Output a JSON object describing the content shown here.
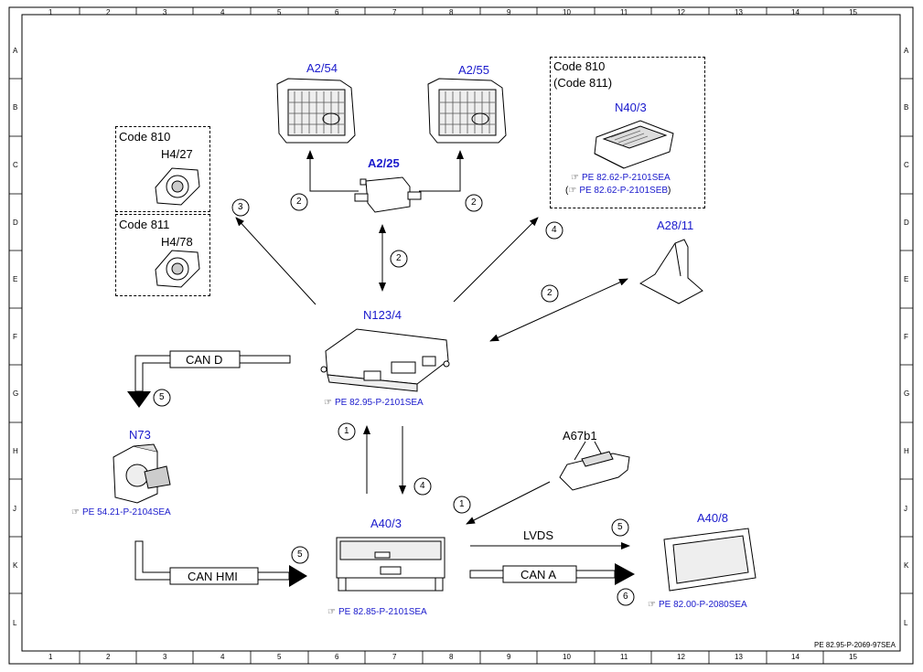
{
  "ruler": {
    "columns": [
      "1",
      "2",
      "3",
      "4",
      "5",
      "6",
      "7",
      "8",
      "9",
      "10",
      "11",
      "12",
      "13",
      "14",
      "15"
    ],
    "rows": [
      "A",
      "B",
      "C",
      "D",
      "E",
      "F",
      "G",
      "H",
      "J",
      "K",
      "L"
    ]
  },
  "components": {
    "a2_54": "A2/54",
    "a2_55": "A2/55",
    "a2_25": "A2/25",
    "n40_3": "N40/3",
    "h4_27": "H4/27",
    "h4_78": "H4/78",
    "a28_11": "A28/11",
    "n123_4": "N123/4",
    "n73": "N73",
    "a67b1": "A67b1",
    "a40_3": "A40/3",
    "a40_8": "A40/8"
  },
  "codes": {
    "code810_h": "Code 810",
    "code811_h": "Code 811",
    "code810_n": "Code 810",
    "code811_n": "(Code 811)"
  },
  "refs": {
    "n40_3_a": "PE 82.62-P-2101SEA",
    "n40_3_b": "PE 82.62-P-2101SEB",
    "n40_3_b_open": "(",
    "n40_3_b_close": ")",
    "n123_4": "PE 82.95-P-2101SEA",
    "n73": "PE 54.21-P-2104SEA",
    "a40_3": "PE 82.85-P-2101SEA",
    "a40_8": "PE 82.00-P-2080SEA"
  },
  "bus": {
    "can_d": "CAN D",
    "can_hmi": "CAN HMI",
    "lvds": "LVDS",
    "can_a": "CAN A"
  },
  "callouts": {
    "c1": "2",
    "c2": "2",
    "c3": "3",
    "c4": "2",
    "c5": "4",
    "c6": "2",
    "c7": "5",
    "c8": "1",
    "c9": "4",
    "c10": "1",
    "c11": "5",
    "c12": "5",
    "c13": "6"
  },
  "footer": "PE 82.95-P-2069-97SEA"
}
